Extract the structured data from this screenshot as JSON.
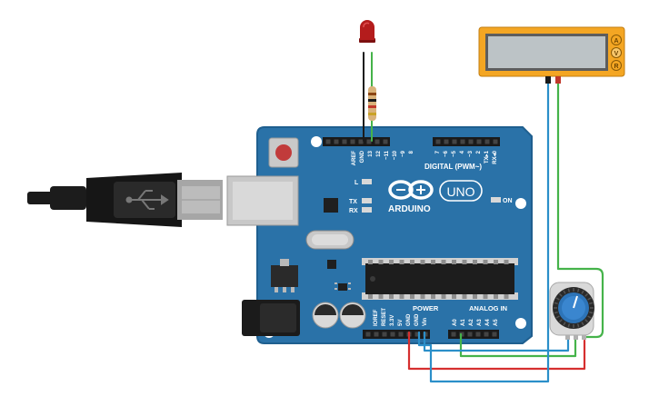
{
  "board": {
    "brand_label": "ARDUINO",
    "model_label": "UNO",
    "digital_label": "DIGITAL (PWM~)",
    "power_label": "POWER",
    "analog_label": "ANALOG IN",
    "led_l_label": "L",
    "led_tx_label": "TX",
    "led_rx_label": "RX",
    "led_on_label": "ON",
    "digital_pin_labels": [
      "AREF",
      "GND",
      "13",
      "12",
      "~11",
      "~10",
      "~9",
      "8",
      "7",
      "~6",
      "~5",
      "4",
      "~3",
      "2",
      "TX▸1",
      "RX◂0"
    ],
    "power_pin_labels": [
      "IOREF",
      "RESET",
      "3.3V",
      "5V",
      "GND",
      "GND",
      "Vin"
    ],
    "analog_pin_labels": [
      "A0",
      "A1",
      "A2",
      "A3",
      "A4",
      "A5"
    ]
  },
  "multimeter": {
    "buttons": [
      "A",
      "V",
      "R"
    ],
    "selected_mode": "V"
  },
  "colors": {
    "board_blue": "#2a72a8",
    "board_edge": "#1f5f8f",
    "header_black": "#1a1a1a",
    "wire_red": "#d62f2f",
    "wire_green": "#45b34a",
    "wire_blue": "#2b8fc9",
    "meter_orange": "#f4a623",
    "led_red": "#b41c1c"
  }
}
